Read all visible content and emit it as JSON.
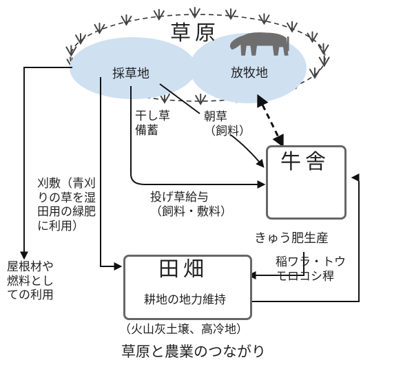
{
  "grassland": {
    "title": "草原",
    "mowing_area": "採草地",
    "pasture": "放牧地"
  },
  "barn": {
    "title": "牛舎"
  },
  "field": {
    "title": "田畑",
    "subtitle": "耕地の地力維持",
    "soil_note": "（火山灰土壌、高冷地）"
  },
  "flows": {
    "hay_storage": "干し草\n備蓄",
    "morning_grass": "朝草\n（飼料）",
    "thrown_grass": "投げ草給与\n（飼料・敷料）",
    "manure": "きゅう肥生産",
    "straw": "稲ワラ・トウ\nモロコシ稈",
    "green_manure": "刈敷（青刈\nりの草を湿\n田用の緑肥\nに利用）",
    "roofing": "屋根材や\n燃料とし\nての利用"
  },
  "caption": "草原と農業のつながり",
  "colors": {
    "ellipse_fill": "#cfe0f1",
    "outline": "#666666",
    "arrow": "#111111",
    "cow": "#6e6e6e",
    "grass_tuft": "#444444"
  }
}
